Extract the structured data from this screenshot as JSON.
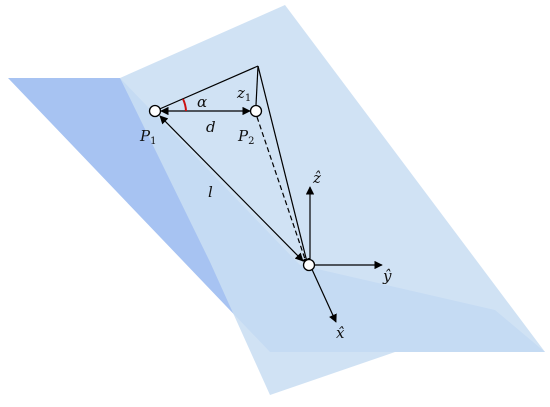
{
  "colors": {
    "lower_plane": "#a7c3f2",
    "upper_plane": "#c9def3",
    "line": "#000000",
    "angle_arc": "#cc1111"
  },
  "labels": {
    "p1": "P",
    "p1_sub": "1",
    "p2": "P",
    "p2_sub": "2",
    "z1": "z",
    "z1_sub": "1",
    "alpha": "α",
    "d": "d",
    "l": "l",
    "z_hat": "ẑ",
    "y_hat": "ŷ",
    "x_hat": "x̂"
  }
}
